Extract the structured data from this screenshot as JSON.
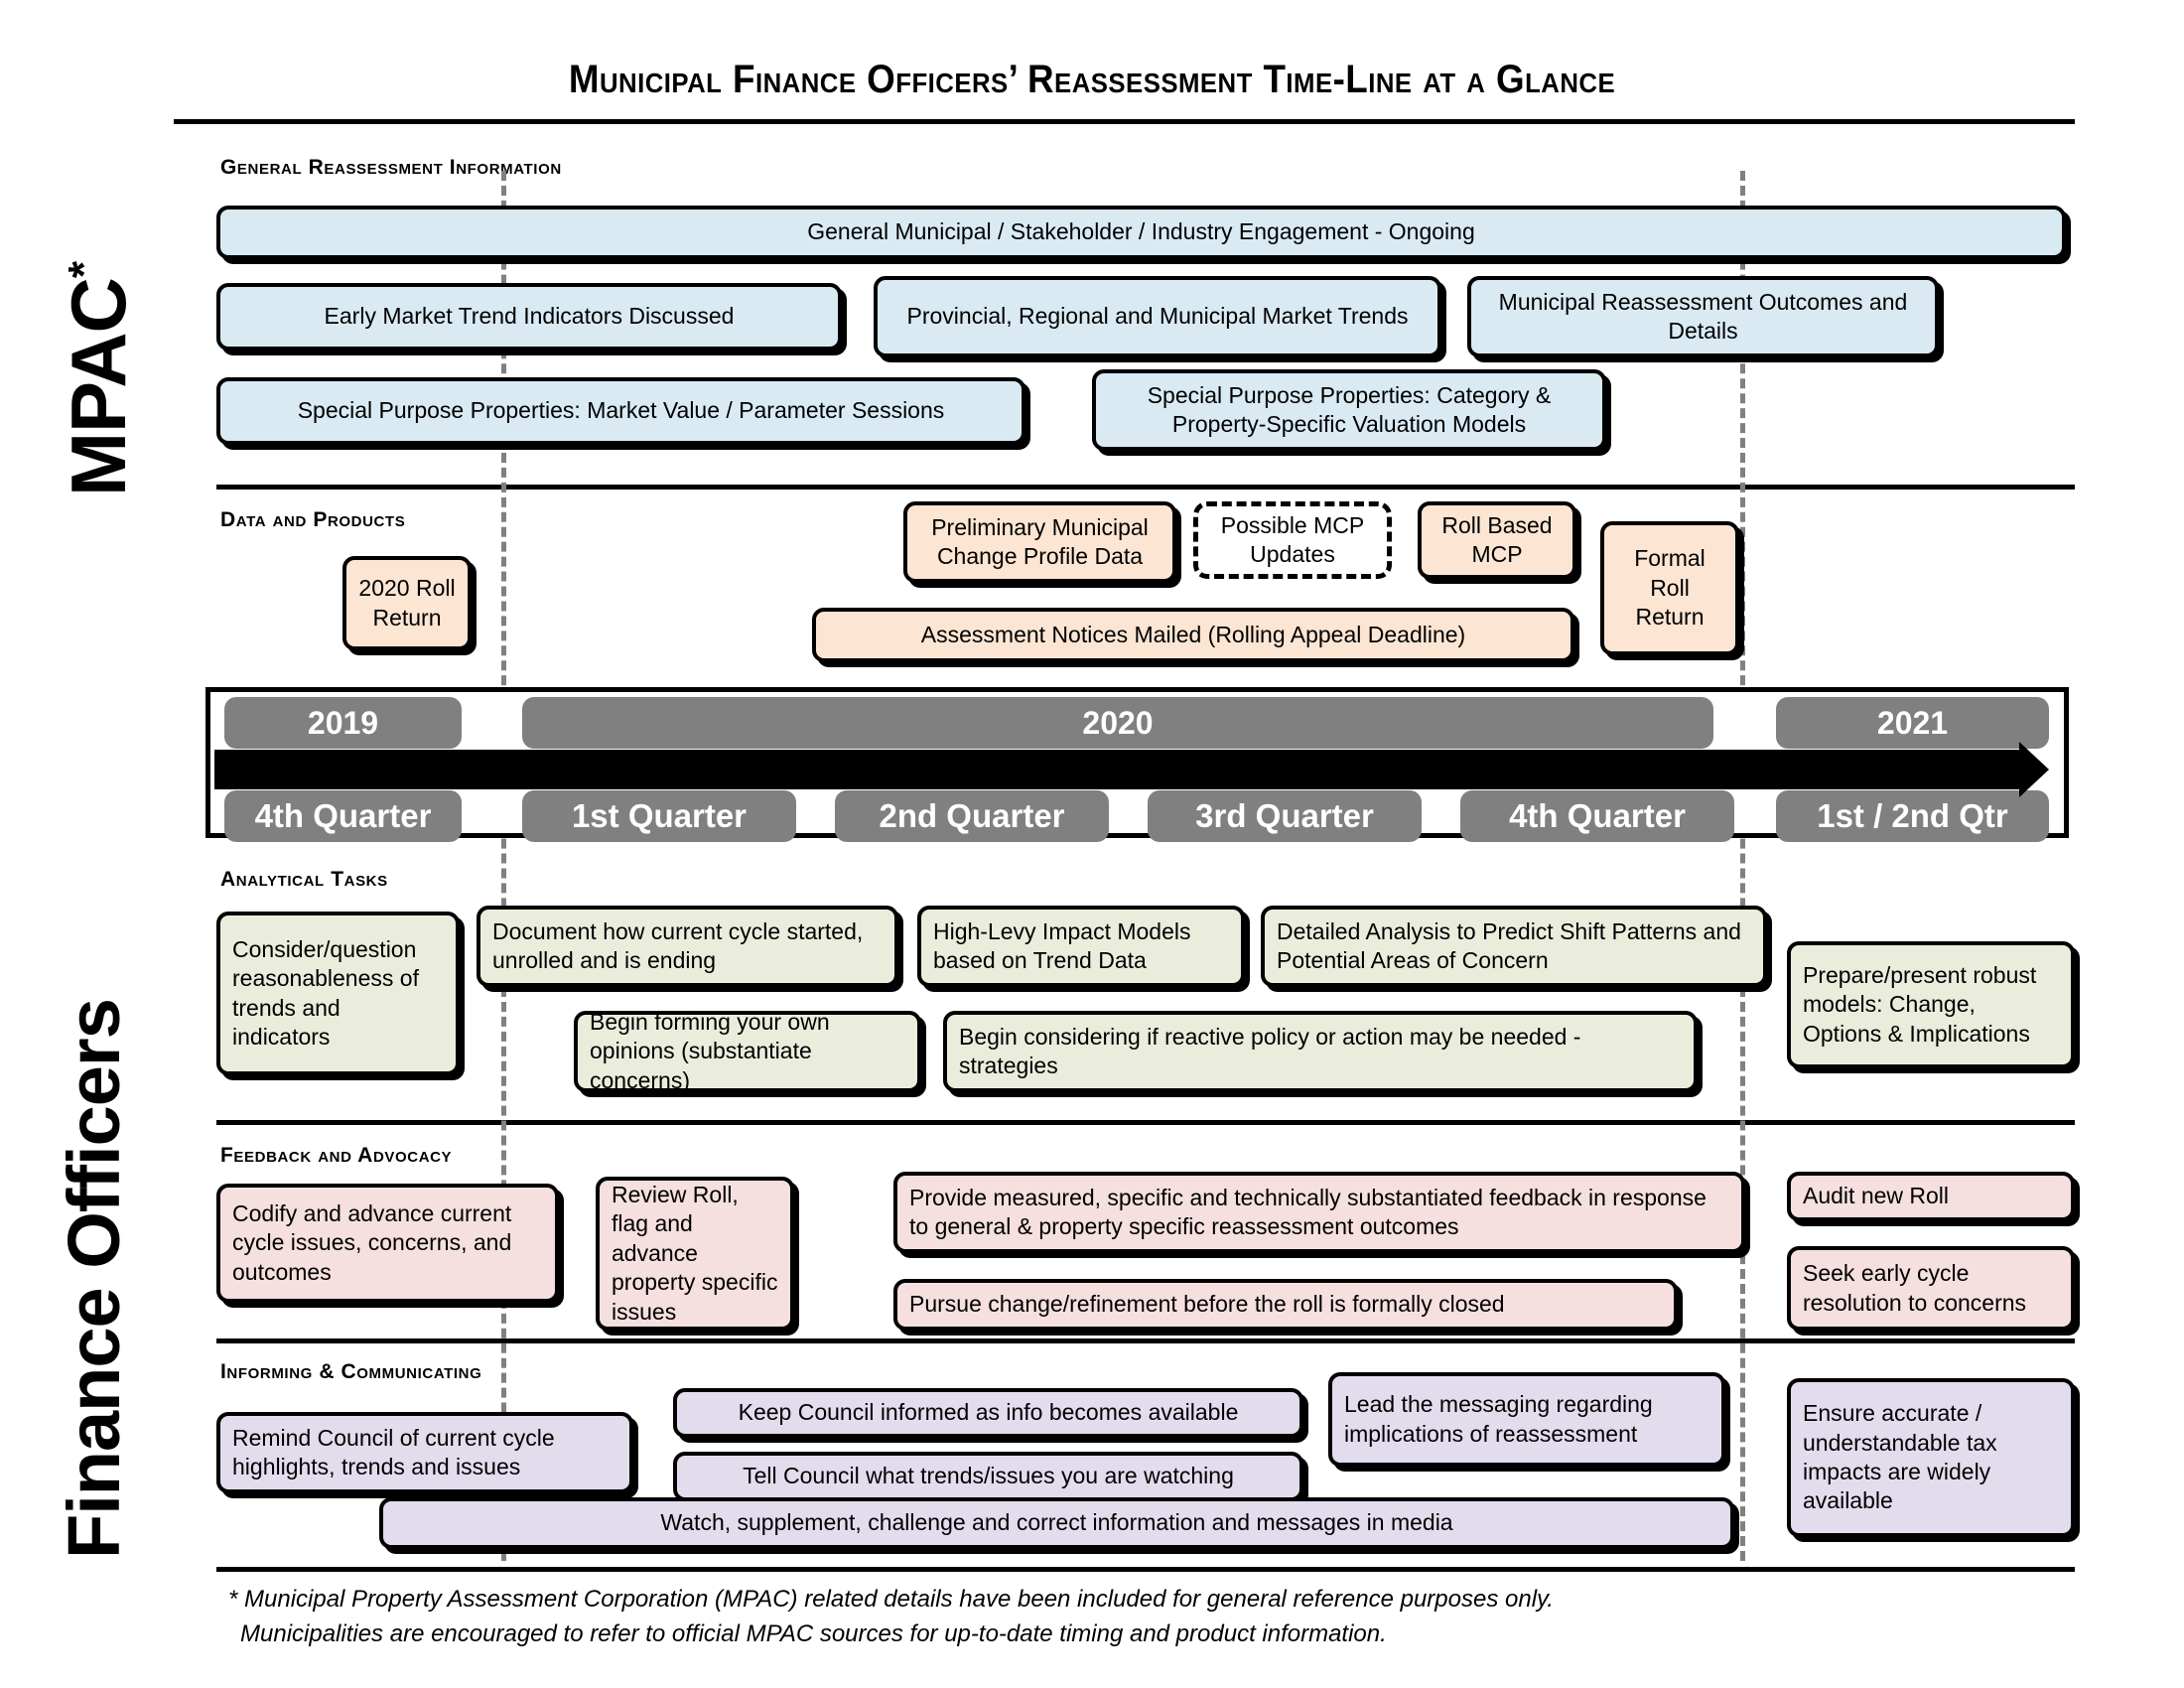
{
  "title": "Municipal Finance Officers’ Reassessment Time-Line at a Glance",
  "side_labels": {
    "mpac": "MPAC",
    "mpac_asterisk": "*",
    "finance_officers": "Finance Officers"
  },
  "sections": [
    {
      "id": "general",
      "header": "General Reassessment Information"
    },
    {
      "id": "data",
      "header": "Data and Products"
    },
    {
      "id": "analytical",
      "header": "Analytical Tasks"
    },
    {
      "id": "feedback",
      "header": "Feedback and Advocacy"
    },
    {
      "id": "informing",
      "header": "Informing & Communicating"
    }
  ],
  "general_boxes": [
    {
      "label": "General Municipal / Stakeholder / Industry Engagement - Ongoing"
    },
    {
      "label": "Early Market Trend Indicators Discussed"
    },
    {
      "label": "Provincial, Regional and Municipal Market Trends"
    },
    {
      "label": "Municipal Reassessment Outcomes and Details"
    },
    {
      "label": "Special Purpose Properties: Market Value / Parameter Sessions"
    },
    {
      "label": "Special Purpose Properties: Category & Property-Specific Valuation Models"
    }
  ],
  "data_boxes": [
    {
      "label": "2020 Roll Return"
    },
    {
      "label": "Preliminary Municipal Change Profile Data"
    },
    {
      "label": "Possible MCP Updates"
    },
    {
      "label": "Roll Based MCP"
    },
    {
      "label": "Formal Roll Return"
    },
    {
      "label": "Assessment Notices Mailed (Rolling Appeal Deadline)"
    }
  ],
  "analytical_boxes": [
    {
      "label": "Consider/question reasonableness of trends and indicators"
    },
    {
      "label": "Document how current cycle started, unrolled and is ending"
    },
    {
      "label": "High-Levy Impact Models based on Trend Data"
    },
    {
      "label": "Detailed Analysis to Predict Shift Patterns and Potential Areas of Concern"
    },
    {
      "label": "Prepare/present robust models: Change, Options & Implications"
    },
    {
      "label": "Begin forming your own opinions (substantiate concerns)"
    },
    {
      "label": "Begin considering if reactive policy or action may be needed - strategies"
    }
  ],
  "feedback_boxes": [
    {
      "label": "Codify and advance current cycle issues, concerns, and outcomes"
    },
    {
      "label": "Review Roll, flag and advance property specific issues"
    },
    {
      "label": "Provide measured, specific and technically substantiated feedback in response to general & property specific reassessment outcomes"
    },
    {
      "label": "Pursue change/refinement before the roll is formally closed"
    },
    {
      "label": "Audit new Roll"
    },
    {
      "label": "Seek early cycle resolution to concerns"
    }
  ],
  "informing_boxes": [
    {
      "label": "Remind Council of current cycle highlights, trends and issues"
    },
    {
      "label": "Keep Council informed as info becomes available"
    },
    {
      "label": "Tell Council what trends/issues you are watching"
    },
    {
      "label": "Lead the messaging regarding implications of reassessment"
    },
    {
      "label": "Ensure accurate / understandable tax impacts are widely available"
    },
    {
      "label": "Watch, supplement, challenge and correct information and messages in media"
    }
  ],
  "timeline": {
    "years": [
      {
        "label": "2019"
      },
      {
        "label": "2020"
      },
      {
        "label": "2021"
      }
    ],
    "quarters": [
      {
        "label": "4th Quarter"
      },
      {
        "label": "1st Quarter"
      },
      {
        "label": "2nd Quarter"
      },
      {
        "label": "3rd Quarter"
      },
      {
        "label": "4th Quarter"
      },
      {
        "label": "1st / 2nd Qtr"
      }
    ]
  },
  "footnote": {
    "line1": "* Municipal Property Assessment Corporation (MPAC) related details have been included for general reference purposes only.",
    "line2": "Municipalities are encouraged to refer to official MPAC sources for up-to-date timing and product information."
  },
  "colors": {
    "blue": "#d9eaf3",
    "peach": "#fce5d3",
    "green": "#eaeddc",
    "pink": "#f5dfdf",
    "lavender": "#e2dced",
    "timeline_gray": "#808080",
    "guide_gray": "#808080",
    "border": "#000000"
  }
}
